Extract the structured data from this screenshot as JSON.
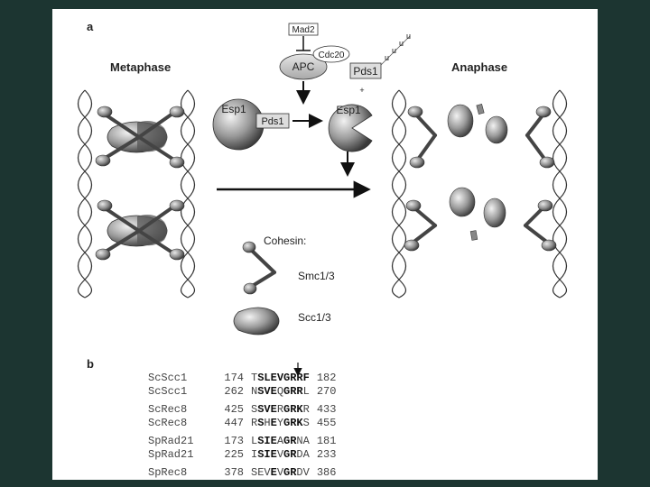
{
  "panel_a": {
    "letter": "a",
    "phase_left": "Metaphase",
    "phase_right": "Anaphase",
    "mad2": "Mad2",
    "apc": "APC",
    "cdc20": "Cdc20",
    "pds1_free": "Pds1",
    "ub": "u",
    "plus": "+",
    "esp1_left": "Esp1",
    "pds1_bound": "Pds1",
    "esp1_right": "Esp1",
    "legend_title": "Cohesin:",
    "legend_smc": "Smc1/3",
    "legend_scc": "Scc1/3"
  },
  "panel_b": {
    "letter": "b",
    "rows": [
      {
        "name": "ScScc1",
        "start": "174",
        "seq": "TSLEVGRRF",
        "end": "182",
        "bold": [
          1,
          2,
          3,
          4,
          5,
          6,
          7,
          8
        ]
      },
      {
        "name": "ScScc1",
        "start": "262",
        "seq": "NSVEQGRRL",
        "end": "270",
        "bold": [
          1,
          2,
          3,
          5,
          6,
          7
        ]
      },
      {
        "name": "ScRec8",
        "start": "425",
        "seq": "SSVERGRKR",
        "end": "433",
        "bold": [
          1,
          2,
          3,
          5,
          6,
          7
        ]
      },
      {
        "name": "ScRec8",
        "start": "447",
        "seq": "RSHEYGRKS",
        "end": "455",
        "bold": [
          1,
          3,
          5,
          6,
          7
        ]
      },
      {
        "name": "SpRad21",
        "start": "173",
        "seq": "LSIEAGRNA",
        "end": "181",
        "bold": [
          1,
          2,
          3,
          5,
          6
        ]
      },
      {
        "name": "SpRad21",
        "start": "225",
        "seq": "ISIEVGRDA",
        "end": "233",
        "bold": [
          1,
          2,
          3,
          5,
          6
        ]
      },
      {
        "name": "SpRec8",
        "start": "378",
        "seq": "SEVEVGRDV",
        "end": "386",
        "bold": [
          3,
          5,
          6
        ]
      }
    ]
  }
}
